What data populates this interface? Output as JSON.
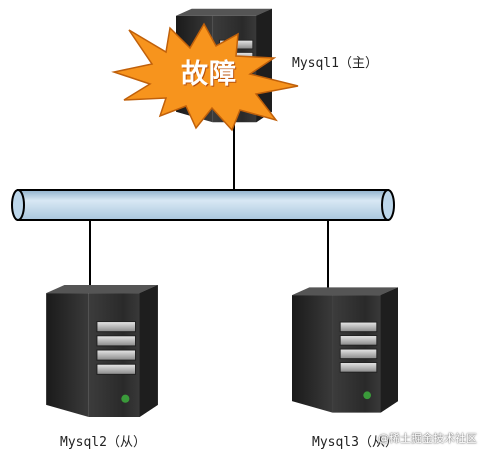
{
  "nodes": {
    "master": {
      "label": "Mysql1（主）",
      "status": "故障"
    },
    "slave1": {
      "label": "Mysql2（从）"
    },
    "slave2": {
      "label": "Mysql3（从）"
    }
  },
  "watermark": "@稀土掘金技术社区",
  "colors": {
    "burst": "#f7941d",
    "burst_outline": "#c0600a",
    "bus_fill": "#bcd6ea",
    "server_body": "#2a2a2a"
  }
}
